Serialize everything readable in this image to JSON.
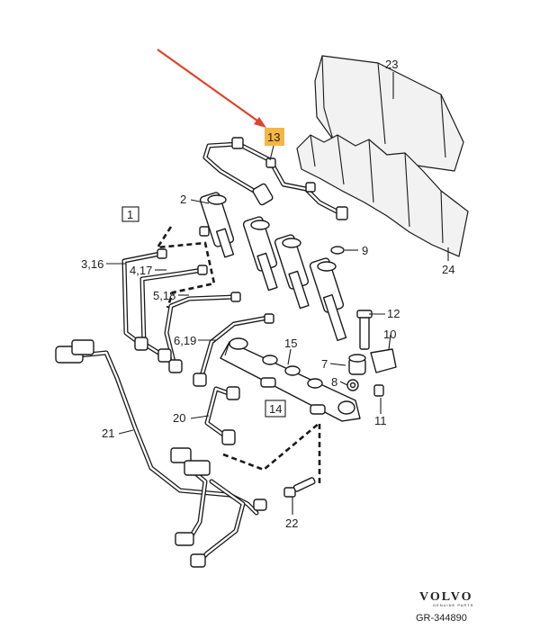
{
  "labels": {
    "l1": "1",
    "l2": "2",
    "l3_16": "3,16",
    "l4_17": "4,17",
    "l5_18": "5,18",
    "l6_19": "6,19",
    "l7": "7",
    "l8": "8",
    "l9": "9",
    "l10": "10",
    "l11": "11",
    "l12": "12",
    "l13": "13",
    "l14": "14",
    "l15": "15",
    "l20": "20",
    "l21": "21",
    "l22": "22",
    "l23": "23",
    "l24": "24"
  },
  "highlight": {
    "label": "13",
    "color": "#f5b642",
    "arrow_color": "#e0412a"
  },
  "brand": {
    "name": "VOLVO",
    "tagline": "GENUINE PARTS"
  },
  "figure_code": "GR-344890"
}
